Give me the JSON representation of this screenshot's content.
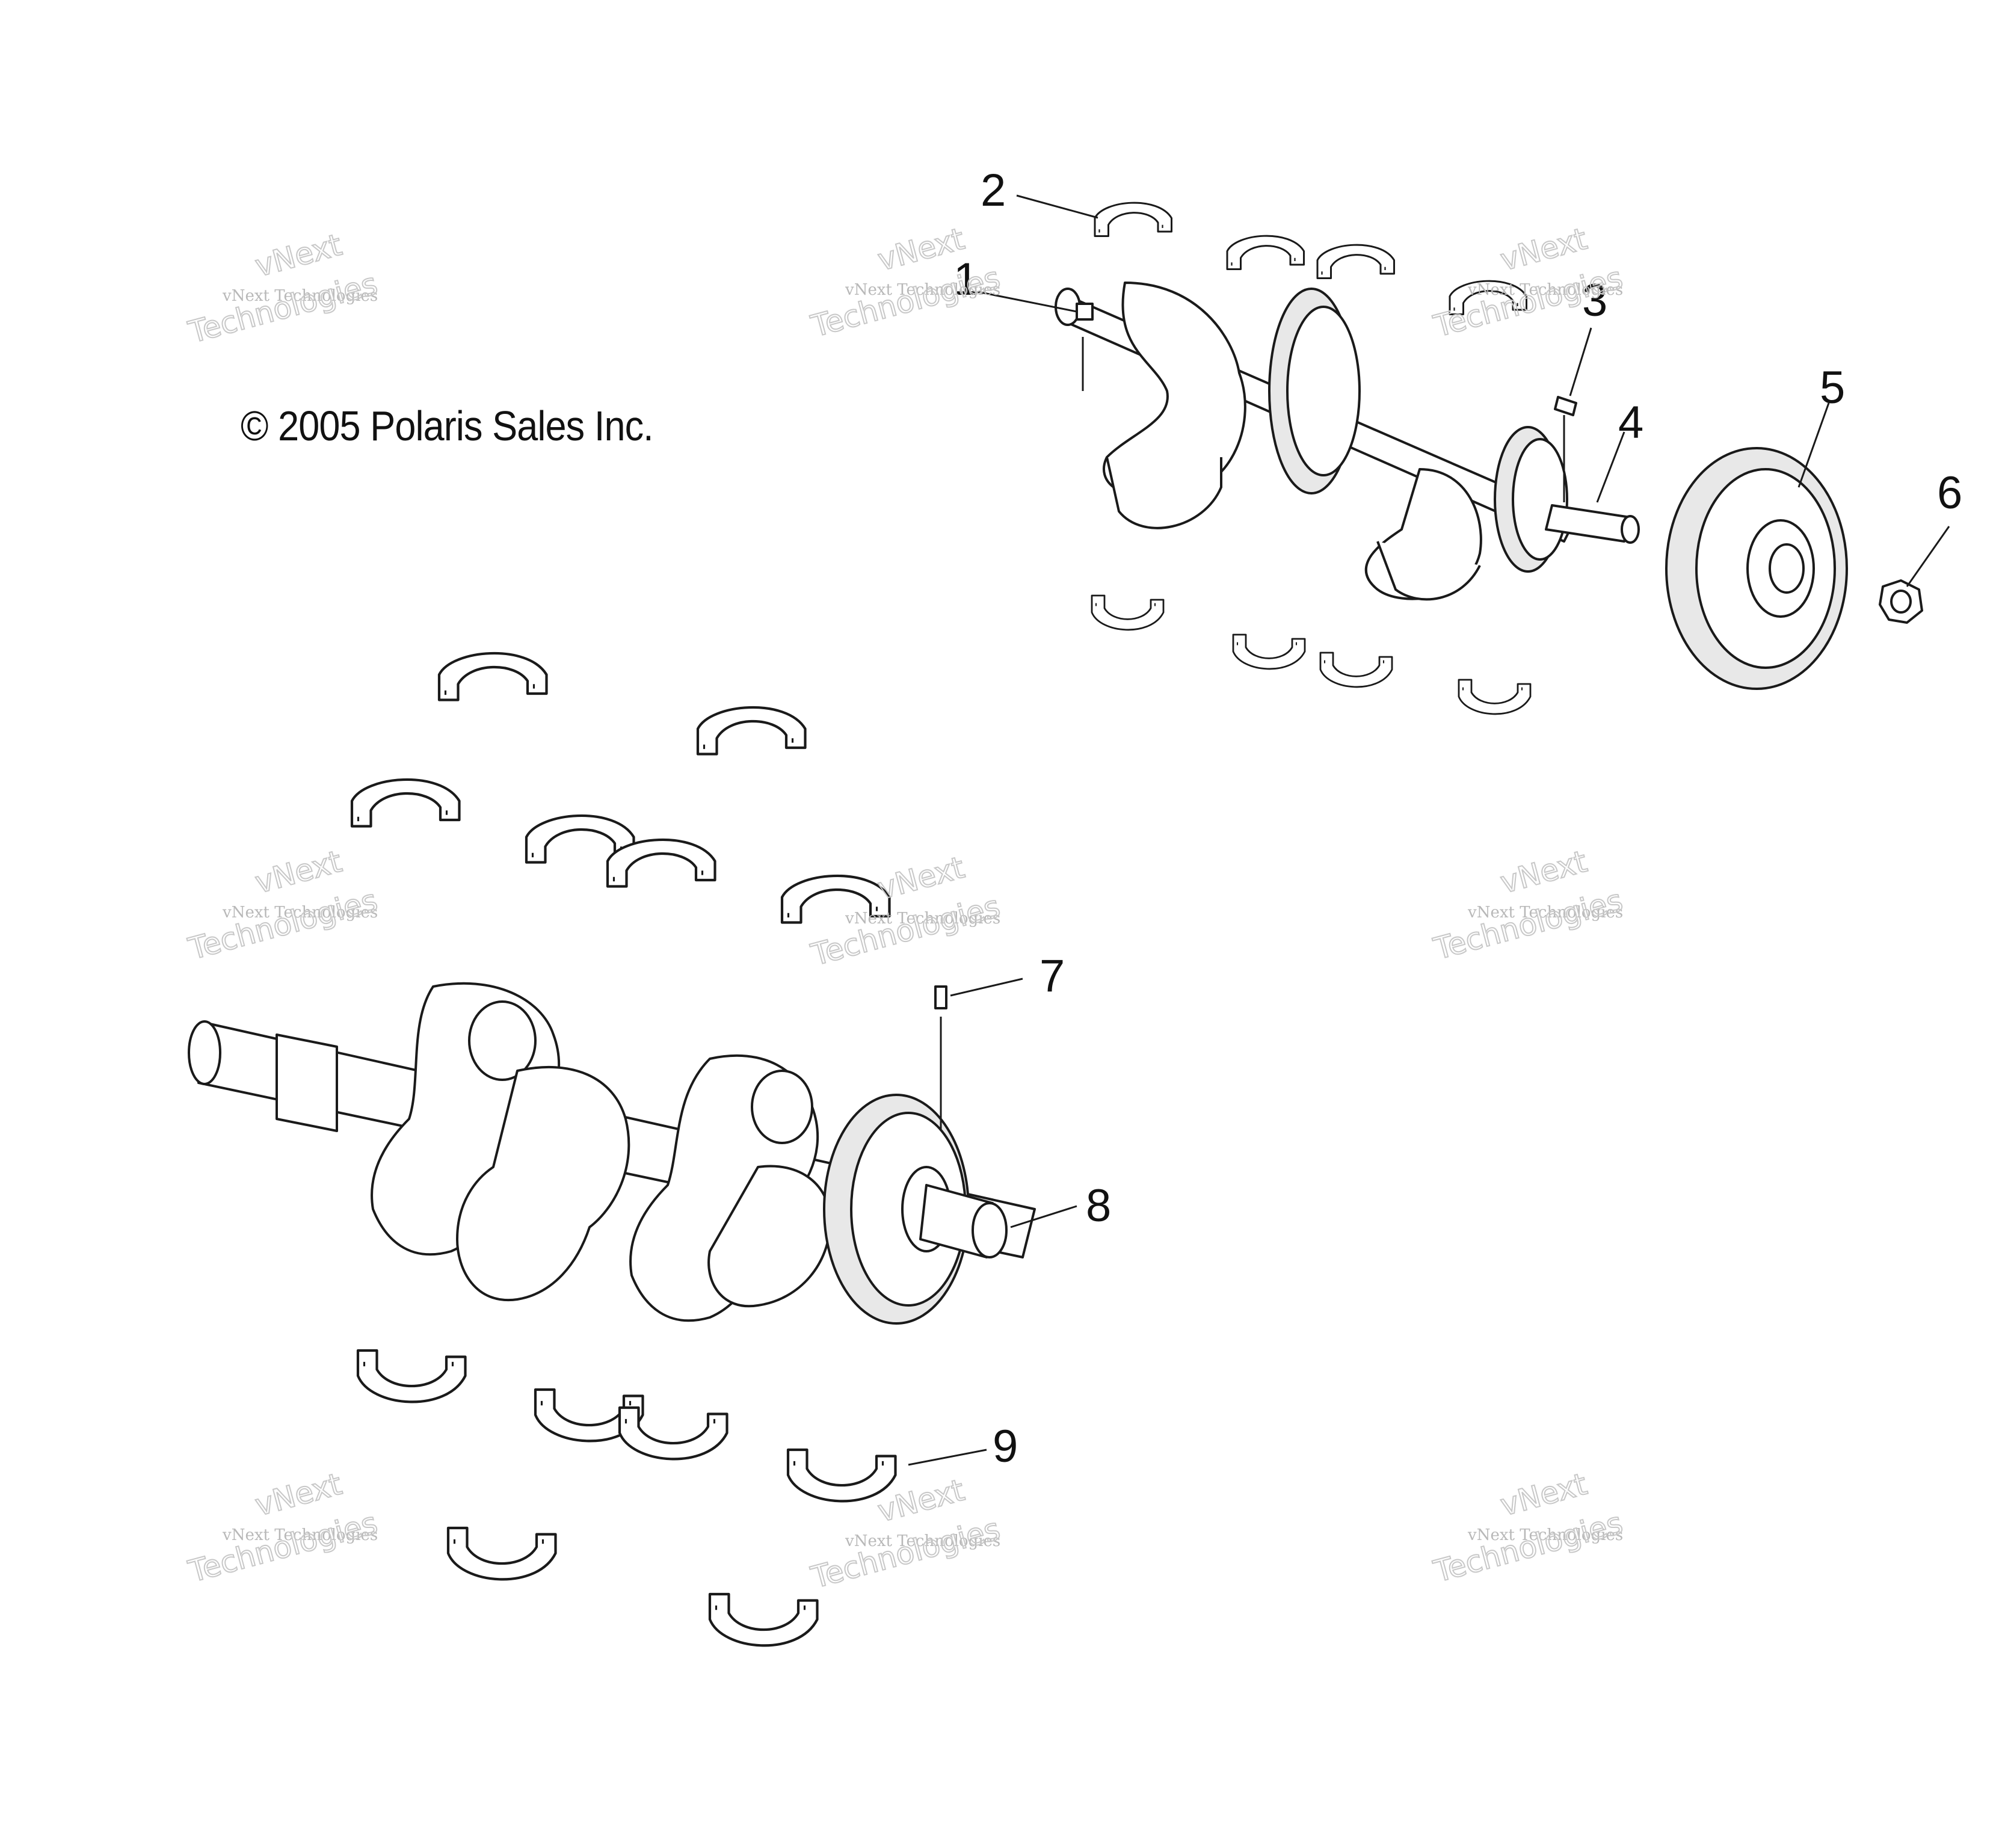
{
  "copyright": "© 2005 Polaris Sales Inc.",
  "callouts": [
    {
      "id": "1",
      "text": "1"
    },
    {
      "id": "2",
      "text": "2"
    },
    {
      "id": "3",
      "text": "3"
    },
    {
      "id": "4",
      "text": "4"
    },
    {
      "id": "5",
      "text": "5"
    },
    {
      "id": "6",
      "text": "6"
    },
    {
      "id": "7",
      "text": "7"
    },
    {
      "id": "8",
      "text": "8"
    },
    {
      "id": "9",
      "text": "9"
    }
  ],
  "watermark": {
    "line1": "vNext Technologies",
    "line2": "vNext",
    "line3": "Technologies"
  }
}
